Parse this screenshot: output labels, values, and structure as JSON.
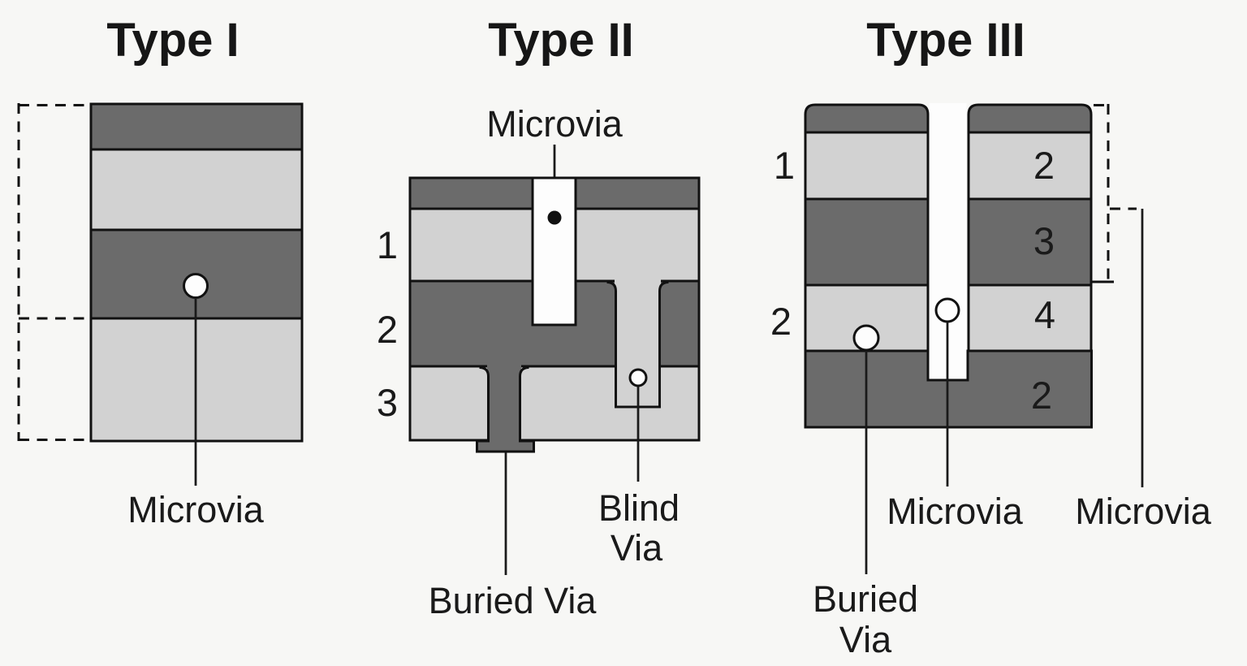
{
  "diagram": {
    "description": "Cross-section diagram of three HDI microvia stack-up types",
    "background": "#f7f7f5",
    "colors": {
      "dark_layer": "#6b6b6b",
      "light_layer": "#d2d2d2",
      "via_white": "#fdfdfd",
      "outline": "#111111",
      "text": "#1a1a1a"
    },
    "panels": {
      "type1": {
        "title": "Type I",
        "labels": {
          "microvia": "Microvia"
        }
      },
      "type2": {
        "title": "Type II",
        "layers": [
          "1",
          "2",
          "3"
        ],
        "labels": {
          "microvia": "Microvia",
          "blind_line1": "Blind",
          "blind_line2": "Via",
          "buried": "Buried Via"
        }
      },
      "type3": {
        "title": "Type III",
        "left_layers": [
          "1",
          "2"
        ],
        "right_layers": [
          "2",
          "3",
          "4",
          "2"
        ],
        "labels": {
          "microvia_center": "Microvia",
          "microvia_right": "Microvia",
          "buried_line1": "Buried",
          "buried_line2": "Via"
        }
      }
    }
  }
}
